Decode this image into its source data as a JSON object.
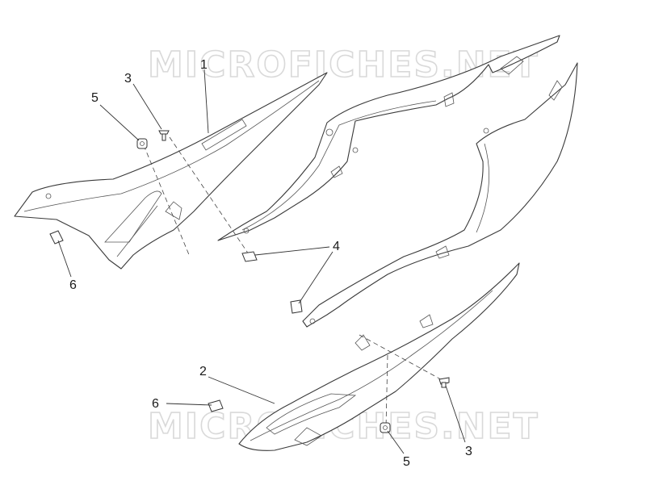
{
  "watermark": {
    "top": "MICROFICHES.NET",
    "bottom": "MICROFICHES.NET"
  },
  "callouts": {
    "c1": "1",
    "c2": "2",
    "c3_top": "3",
    "c3_bottom": "3",
    "c4": "4",
    "c5_top": "5",
    "c5_bottom": "5",
    "c6_left": "6",
    "c6_bottom": "6"
  }
}
